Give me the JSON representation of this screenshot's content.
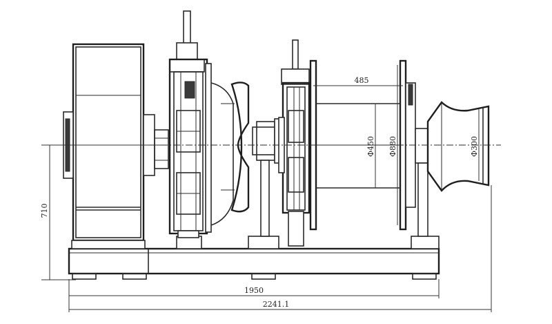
{
  "drawing": {
    "dimensions": {
      "height_710": "710",
      "length_1950": "1950",
      "length_2241": "2241.1",
      "length_485": "485",
      "dia_450": "Φ450",
      "dia_880": "Φ880",
      "dia_300": "Φ300"
    }
  }
}
